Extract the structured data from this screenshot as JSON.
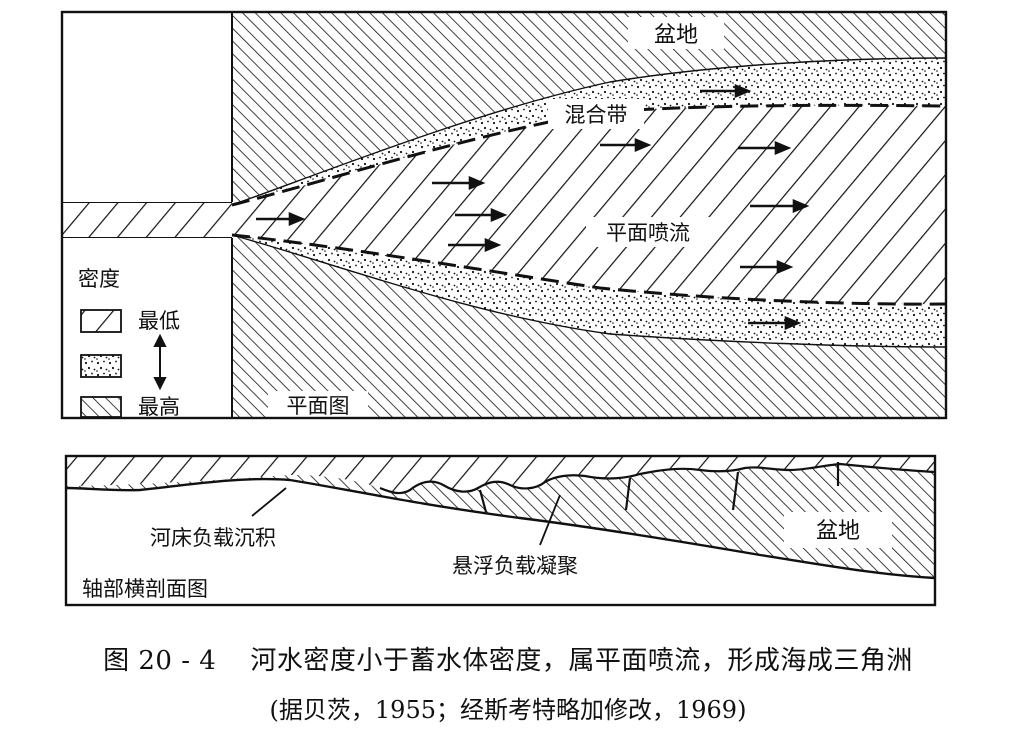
{
  "plan": {
    "basin_label": "盆地",
    "mixing_zone_label": "混合带",
    "jet_label": "平面喷流",
    "view_label": "平面图"
  },
  "legend": {
    "title": "密度",
    "lowest_label": "最低",
    "highest_label": "最高"
  },
  "section": {
    "bedload_label": "河床负载沉积",
    "suspended_label": "悬浮负载凝聚",
    "basin_label": "盆地",
    "view_label": "轴部横剖面图"
  },
  "caption": {
    "figure_number": "图 20 - 4",
    "title": "河水密度小于蓄水体密度，属平面喷流，形成海成三角洲",
    "source": "(据贝茨，1955；经斯考特略加修改，1969)"
  },
  "colors": {
    "ink": "#111111",
    "paper": "#ffffff"
  }
}
